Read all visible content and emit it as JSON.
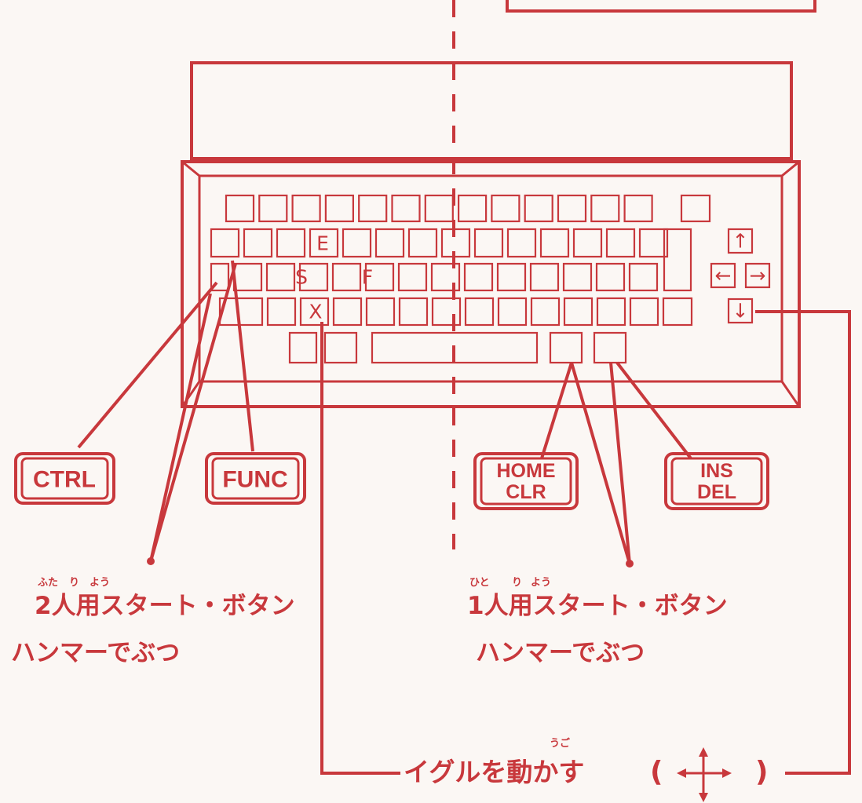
{
  "keys": {
    "e": "E",
    "s": "S",
    "f": "F",
    "x": "X"
  },
  "arrow_keys": {
    "up": "↑",
    "left": "←",
    "right": "→",
    "down": "↓"
  },
  "callouts": {
    "ctrl": "CTRL",
    "func": "FUNC",
    "home_line1": "HOME",
    "home_line2": "CLR",
    "ins_line1": "INS",
    "ins_line2": "DEL"
  },
  "labels": {
    "two_player_start": "2人用スタート・ボタン",
    "two_player_ruby_futa": "ふた",
    "two_player_ruby_ri": "り",
    "two_player_ruby_you": "よう",
    "one_player_start": "1人用スタート・ボタン",
    "one_player_ruby_hito": "ひと",
    "one_player_ruby_ri": "り",
    "one_player_ruby_you": "よう",
    "hammer_left": "ハンマーでぶつ",
    "hammer_right": "ハンマーでぶつ",
    "move_igul": "イグルを動かす",
    "move_ruby": "うご",
    "paren_open": "(",
    "paren_close": ")"
  },
  "colors": {
    "ink": "#c8383c",
    "paper": "#fbf7f4"
  }
}
